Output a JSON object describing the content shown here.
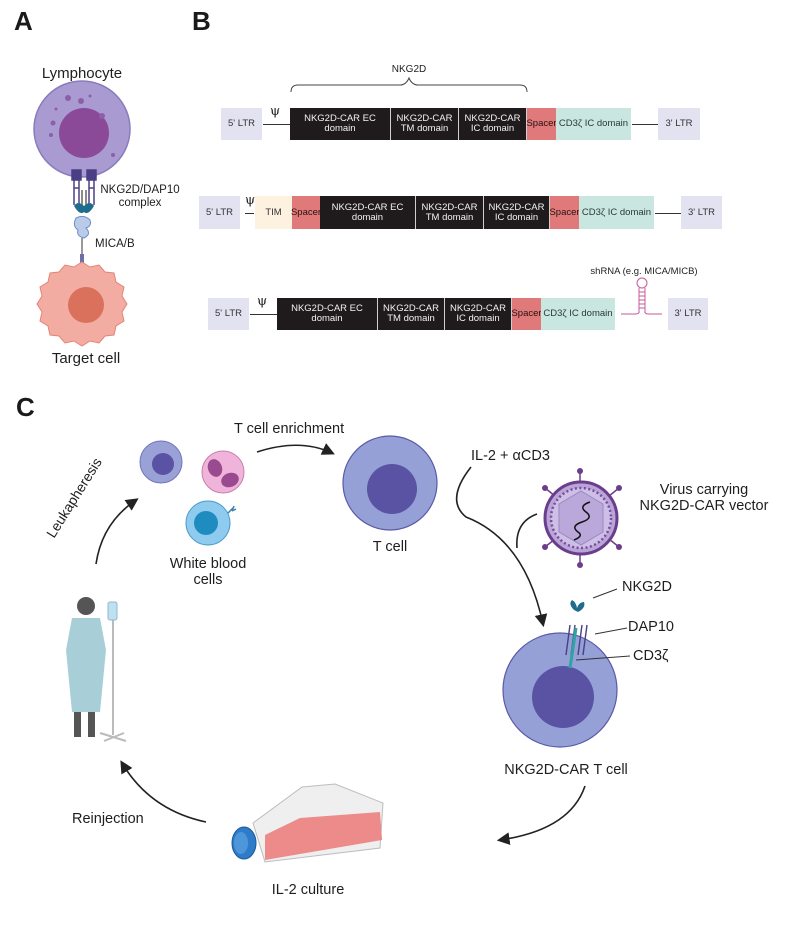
{
  "panels": {
    "a": {
      "letter": "A",
      "lymphocyte_label": "Lymphocyte",
      "receptor_label_line1": "NKG2D/DAP10",
      "receptor_label_line2": "complex",
      "ligand_label": "MICA/B",
      "target_label": "Target cell"
    },
    "b": {
      "letter": "B",
      "brace_label": "NKG2D",
      "psi_symbol": "ψ",
      "constructs": [
        {
          "segments": [
            "5' LTR",
            "NKG2D-CAR EC domain",
            "NKG2D-CAR TM domain",
            "NKG2D-CAR IC domain",
            "Spacer",
            "CD3ζ IC domain",
            "3' LTR"
          ]
        },
        {
          "segments": [
            "5' LTR",
            "TIM",
            "Spacer",
            "NKG2D-CAR EC domain",
            "NKG2D-CAR TM domain",
            "NKG2D-CAR IC domain",
            "Spacer",
            "CD3ζ IC domain",
            "3' LTR"
          ]
        },
        {
          "segments": [
            "5' LTR",
            "NKG2D-CAR EC domain",
            "NKG2D-CAR TM domain",
            "NKG2D-CAR IC domain",
            "Spacer",
            "CD3ζ IC domain",
            "3' LTR"
          ],
          "shrna_label": "shRNA (e.g. MICA/MICB)"
        }
      ],
      "tm_line1": "NKG2D-CAR TM",
      "ic_line1": "NKG2D-CAR IC",
      "domain_word": "domain"
    },
    "c": {
      "letter": "C",
      "steps": {
        "leukapheresis": "Leukapheresis",
        "wbc_line1": "White blood",
        "wbc_line2": "cells",
        "enrichment": "T cell enrichment",
        "tcell": "T cell",
        "stimulation": "IL-2 + αCD3",
        "virus_line1": "Virus carrying",
        "virus_line2": "NKG2D-CAR vector",
        "nkg2d": "NKG2D",
        "dap10": "DAP10",
        "cd3z": "CD3ζ",
        "car_tcell": "NKG2D-CAR T cell",
        "culture": "IL-2 culture",
        "reinjection": "Reinjection"
      }
    }
  },
  "colors": {
    "ltr": "#e3e2f1",
    "car_domain": "#1f1b1c",
    "spacer": "#e07a7a",
    "cd3z": "#c9e6e1",
    "tim": "#fdf1e0",
    "tcell_outer": "#95a0d6",
    "tcell_nucleus": "#5a53a3",
    "lymphocyte": "#a99bd1",
    "target_cell": "#ee9f94",
    "receptor": "#1f6d8c"
  }
}
